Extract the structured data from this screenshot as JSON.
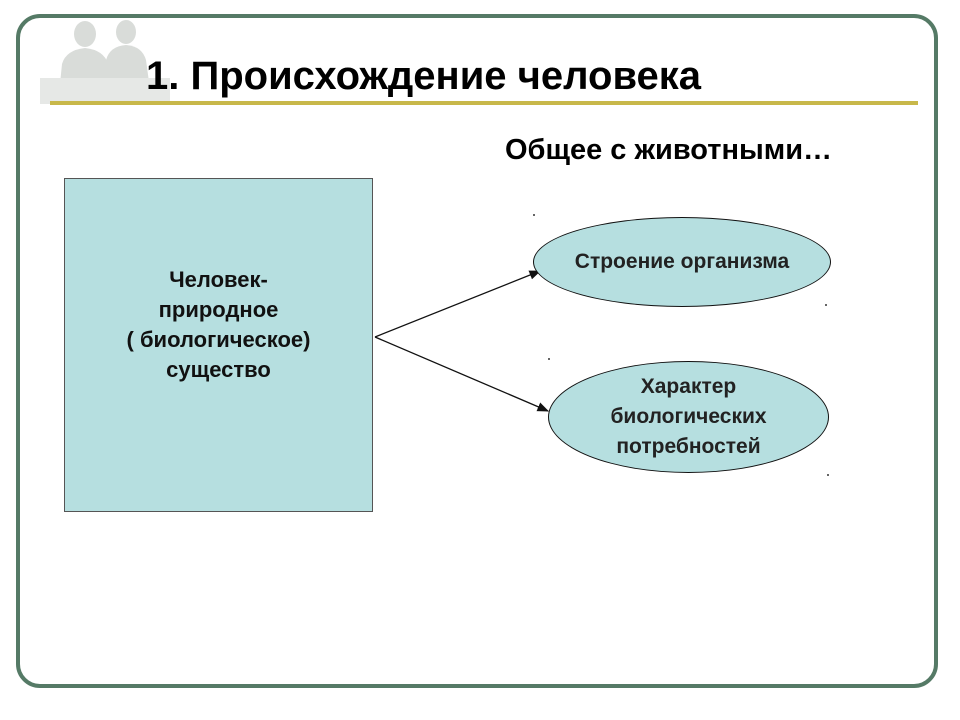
{
  "slide": {
    "title": "1. Происхождение человека",
    "subtitle": "Общее с животными…"
  },
  "main_box": {
    "lines": [
      "Человек-",
      "природное",
      "( биологическое)",
      "существо"
    ]
  },
  "targets": [
    {
      "lines": [
        "Строение организма"
      ]
    },
    {
      "lines": [
        "Характер",
        "биологических",
        "потребностей"
      ]
    }
  ],
  "colors": {
    "frame": "#557a66",
    "title_rule": "#c8b84a",
    "shape_fill": "#b6dfe0"
  },
  "icons": [
    "people-silhouette-icon"
  ]
}
